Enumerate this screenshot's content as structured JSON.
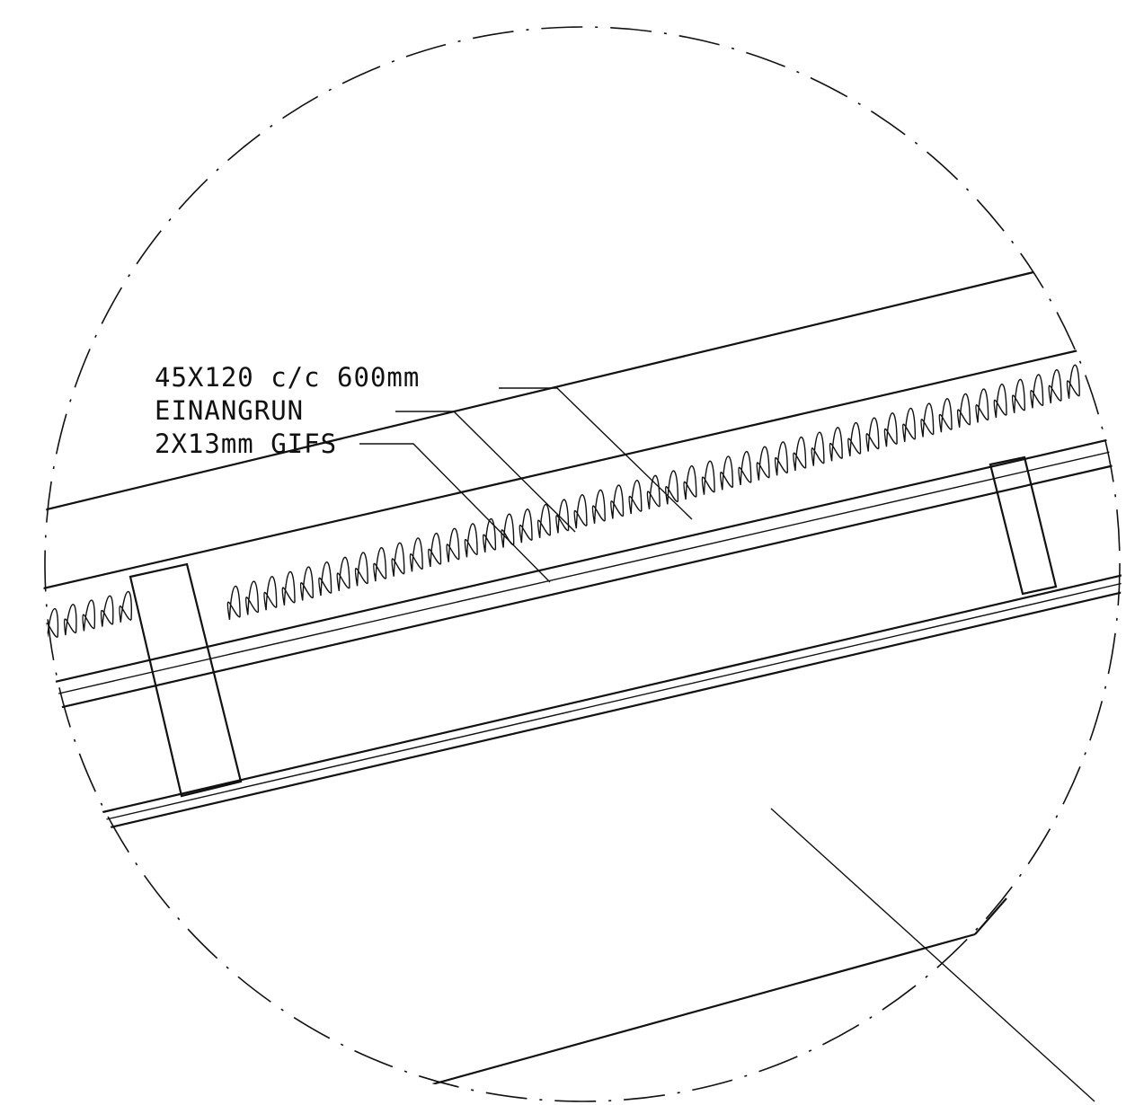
{
  "drawing": {
    "labels": {
      "stud": "45X120 c/c 600mm",
      "insulation": "EINANGRUN",
      "gypsum": "2X13mm GIFS"
    }
  }
}
